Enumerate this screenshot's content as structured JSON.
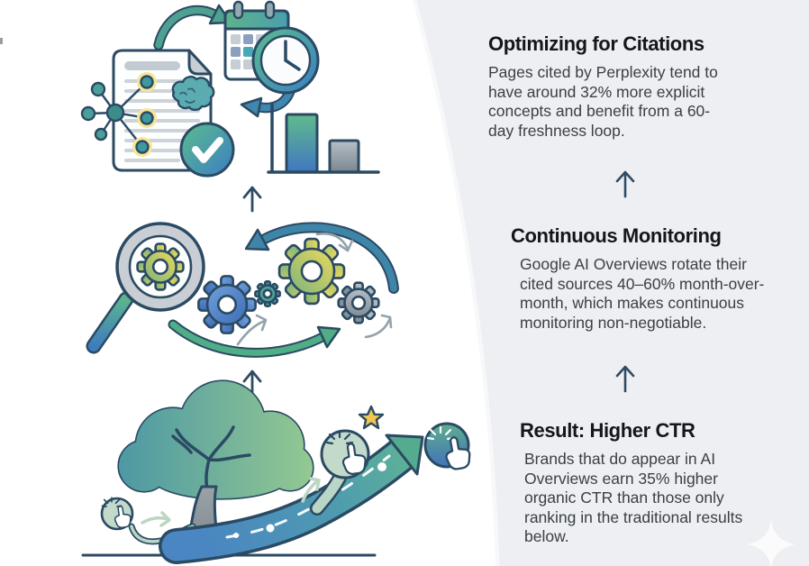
{
  "panel": {
    "sections": [
      {
        "id": "optimizing-for-citations",
        "title": "Optimizing for Citations",
        "body": "Pages cited by Perplexity tend to\nhave around 32% more explicit\nconcepts and benefit from a 60-\nday freshness loop."
      },
      {
        "id": "continuous-monitoring",
        "title": "Continuous Monitoring",
        "body": "Google AI Overviews rotate their\ncited sources 40–60% month-over-\nmonth, which makes continuous\nmonitoring non-negotiable."
      },
      {
        "id": "result-higher-ctr",
        "title": "Result: Higher CTR",
        "body": "Brands that do appear in AI\nOverviews earn 35% higher\norganic CTR than those only\nranking in the traditional results\nbelow."
      }
    ],
    "flow_arrow_glyph": "↑"
  },
  "colors": {
    "panel_bg": "#edeff2",
    "page_bg": "#ffffff",
    "heading_text": "#14171a",
    "body_text": "#3a4046",
    "flow_arrow": "#2f4b66",
    "outline_navy": "#2b4a63",
    "accent_teal": "#4a9f96",
    "accent_green": "#5cbc8e",
    "accent_blue": "#4177c1",
    "accent_yellow": "#edd95c",
    "star_gold": "#eec850",
    "sparkle_white": "#ffffff"
  },
  "icons": {
    "left_column": [
      "document-icon",
      "knowledge-graph-icon",
      "brain-icon",
      "checkmark-icon",
      "calendar-icon",
      "clock-icon",
      "bar-chart-icon",
      "cycle-arrow-icon",
      "up-arrow-icon",
      "magnifier-icon",
      "gear-icon",
      "tree-icon",
      "growth-arrow-icon",
      "click-cursor-icon",
      "star-icon"
    ],
    "right_panel": [
      "up-arrow-icon",
      "sparkle-icon"
    ]
  }
}
